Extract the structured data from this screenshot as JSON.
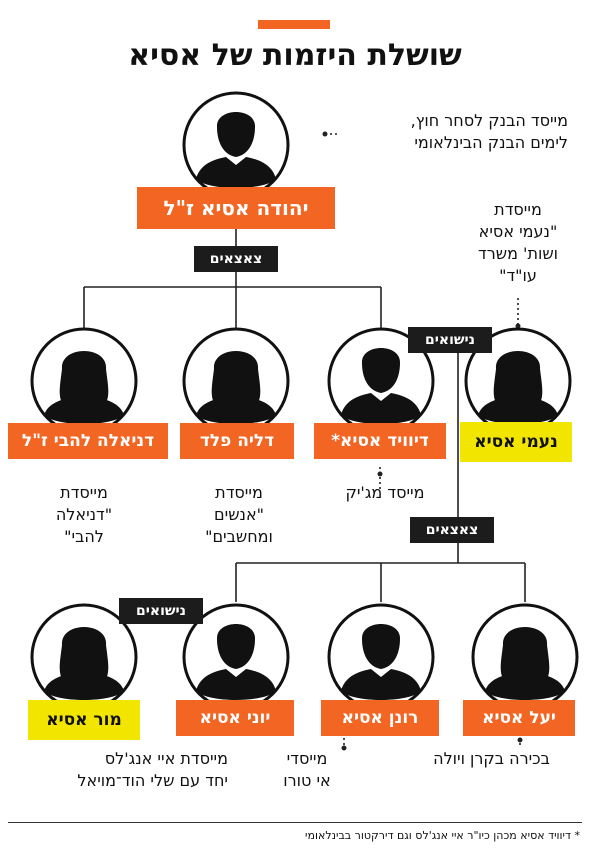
{
  "title": "שושלת היזמות של אסיא",
  "colors": {
    "accent": "#f26522",
    "highlight": "#f2e600",
    "tag_bg": "#1c1c1c"
  },
  "icons": {
    "person_male": "person-silhouette-male-icon",
    "person_female": "person-silhouette-female-icon"
  },
  "people": {
    "yehuda": {
      "name": "יהודה אסיא ז\"ל",
      "desc": [
        "מייסד הבנק לסחר חוץ,",
        "לימים הבנק הבינלאומי"
      ]
    },
    "naomi": {
      "name": "נעמי אסיא",
      "desc": [
        "מייסדת",
        "\"נעמי אסיא",
        "ושות' משרד",
        "עו\"ד\""
      ]
    },
    "david": {
      "name": "דיוויד אסיא*",
      "desc": [
        "מייסד מג'יק"
      ]
    },
    "dalia": {
      "name": "דליה פלד",
      "desc": [
        "מייסדת",
        "\"אנשים",
        "ומחשבים\""
      ]
    },
    "daniela": {
      "name": "דניאלה להבי ז\"ל",
      "desc": [
        "מייסדת",
        "\"דניאלה",
        "להבי\""
      ]
    },
    "yael": {
      "name": "יעל אסיא",
      "desc": [
        "בכירה בקרן ויולה"
      ]
    },
    "ronen": {
      "name": "רונן אסיא",
      "desc": [
        "מייסדי",
        "אי טורו"
      ]
    },
    "yoni": {
      "name": "יוני אסיא",
      "desc": []
    },
    "mor": {
      "name": "מור אסיא",
      "desc": [
        "מייסדת איי אנג'לס",
        "יחד עם שלי הוד־מויאל"
      ]
    }
  },
  "tags": {
    "children_top": "צאצאים",
    "married_top": "נישואים",
    "children_bottom": "צאצאים",
    "married_bottom": "נישואים"
  },
  "footnote": "* דיוויד אסיא מכהן כיו\"ר איי אנג'לס וגם דירקטור בבינלאומי"
}
